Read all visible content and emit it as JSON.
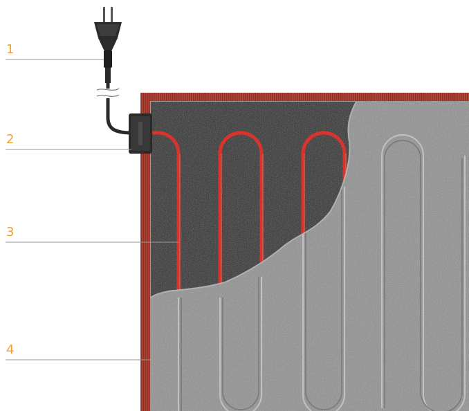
{
  "callouts": [
    {
      "number": "1"
    },
    {
      "number": "2"
    },
    {
      "number": "3"
    },
    {
      "number": "4"
    }
  ],
  "colors": {
    "callout_number": "#f0a030",
    "callout_line": "#9a9a9a",
    "heating_cable": "#d8342c",
    "mat_border": "#b24a3c",
    "top_layer": "#8e8e8e",
    "under_layer": "#3a3a3a"
  },
  "icons": [
    "power-plug-icon",
    "connector-box-icon"
  ]
}
